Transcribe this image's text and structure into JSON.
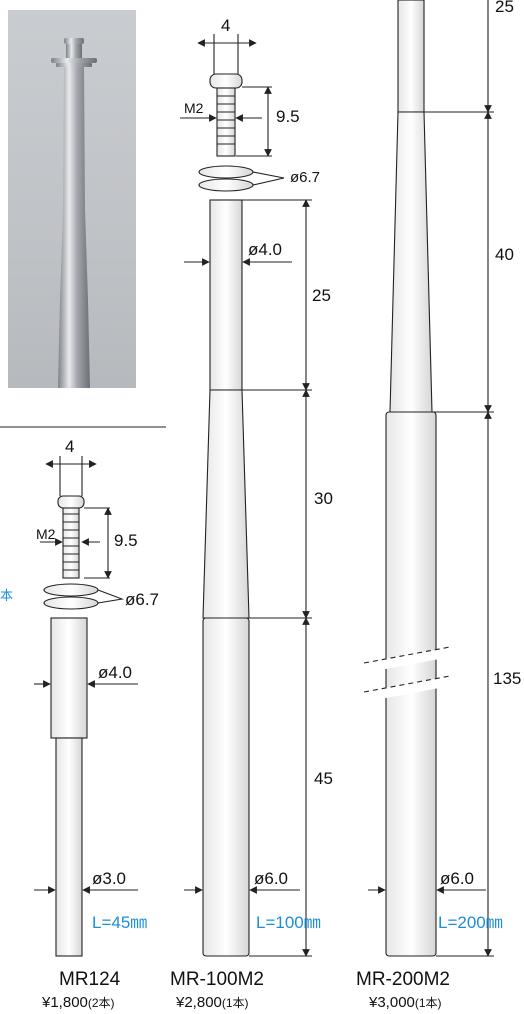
{
  "products": [
    {
      "model": "MR124",
      "price": "¥1,800",
      "qty": "(2本)",
      "length": "L=45㎜",
      "dims": {
        "head_width": "4",
        "screw": "M2",
        "screw_length": "9.5",
        "washer": "ø6.7",
        "upper_dia": "ø4.0",
        "lower_dia": "ø3.0"
      }
    },
    {
      "model": "MR-100M2",
      "price": "¥2,800",
      "qty": "(1本)",
      "length": "L=100㎜",
      "dims": {
        "head_width": "4",
        "screw": "M2",
        "screw_length": "9.5",
        "washer": "ø6.7",
        "upper_dia": "ø4.0",
        "lower_dia": "ø6.0",
        "seg1": "25",
        "seg2": "30",
        "seg3": "45"
      }
    },
    {
      "model": "MR-200M2",
      "price": "¥3,000",
      "qty": "(1本)",
      "length": "L=200㎜",
      "dims": {
        "lower_dia": "ø6.0",
        "seg1": "25",
        "seg2": "40",
        "seg3": "135"
      }
    }
  ],
  "side_note": "本",
  "colors": {
    "accent": "#1a8fd8",
    "line": "#222222"
  }
}
